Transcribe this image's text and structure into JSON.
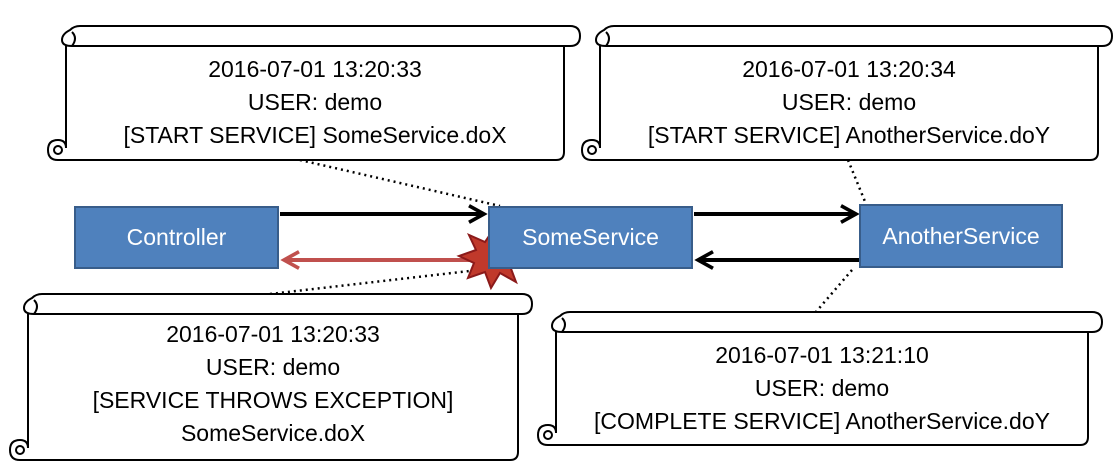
{
  "colors": {
    "box_fill": "#4f81bd",
    "box_border": "#385d8a",
    "box_text": "#ffffff",
    "arrow_black": "#000000",
    "arrow_error": "#c0504d",
    "explosion_fill": "#c0392b",
    "explosion_stroke": "#8b1a1a",
    "note_fill": "#ffffff",
    "note_stroke": "#000000"
  },
  "nodes": {
    "controller": "Controller",
    "some_service": "SomeService",
    "another_service": "AnotherService"
  },
  "icons": {
    "exception_marker": "explosion-icon"
  },
  "notes": {
    "start_some": {
      "timestamp": "2016-07-01 13:20:33",
      "user": "USER: demo",
      "message": "[START SERVICE] SomeService.doX"
    },
    "start_another": {
      "timestamp": "2016-07-01 13:20:34",
      "user": "USER: demo",
      "message": "[START SERVICE] AnotherService.doY"
    },
    "exception_some": {
      "timestamp": "2016-07-01 13:20:33",
      "user": "USER: demo",
      "message": "[SERVICE THROWS EXCEPTION]",
      "method": "SomeService.doX"
    },
    "complete_another": {
      "timestamp": "2016-07-01 13:21:10",
      "user": "USER: demo",
      "message": "[COMPLETE SERVICE] AnotherService.doY"
    }
  }
}
